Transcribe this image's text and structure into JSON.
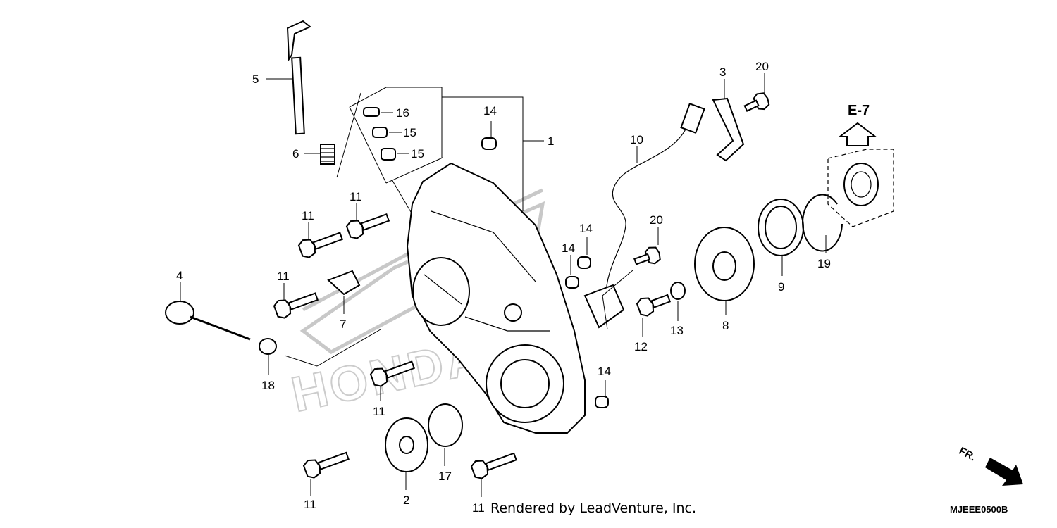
{
  "watermark": {
    "text": "HONDA"
  },
  "callouts": [
    {
      "id": "p1",
      "label": "1"
    },
    {
      "id": "p2",
      "label": "2"
    },
    {
      "id": "p3",
      "label": "3"
    },
    {
      "id": "p4",
      "label": "4"
    },
    {
      "id": "p5",
      "label": "5"
    },
    {
      "id": "p6",
      "label": "6"
    },
    {
      "id": "p7",
      "label": "7"
    },
    {
      "id": "p8",
      "label": "8"
    },
    {
      "id": "p9",
      "label": "9"
    },
    {
      "id": "p10",
      "label": "10"
    },
    {
      "id": "p11a",
      "label": "11"
    },
    {
      "id": "p11b",
      "label": "11"
    },
    {
      "id": "p11c",
      "label": "11"
    },
    {
      "id": "p11d",
      "label": "11"
    },
    {
      "id": "p11e",
      "label": "11"
    },
    {
      "id": "p11f",
      "label": "11"
    },
    {
      "id": "p12",
      "label": "12"
    },
    {
      "id": "p13",
      "label": "13"
    },
    {
      "id": "p14a",
      "label": "14"
    },
    {
      "id": "p14b",
      "label": "14"
    },
    {
      "id": "p14c",
      "label": "14"
    },
    {
      "id": "p14d",
      "label": "14"
    },
    {
      "id": "p15a",
      "label": "15"
    },
    {
      "id": "p15b",
      "label": "15"
    },
    {
      "id": "p16",
      "label": "16"
    },
    {
      "id": "p17",
      "label": "17"
    },
    {
      "id": "p18",
      "label": "18"
    },
    {
      "id": "p19",
      "label": "19"
    },
    {
      "id": "p20a",
      "label": "20"
    },
    {
      "id": "p20b",
      "label": "20"
    }
  ],
  "reference": {
    "label": "E-7"
  },
  "direction": {
    "label": "FR."
  },
  "footer": {
    "text": "Rendered by LeadVenture, Inc."
  },
  "diagram_code": {
    "text": "MJEEE0500B"
  }
}
